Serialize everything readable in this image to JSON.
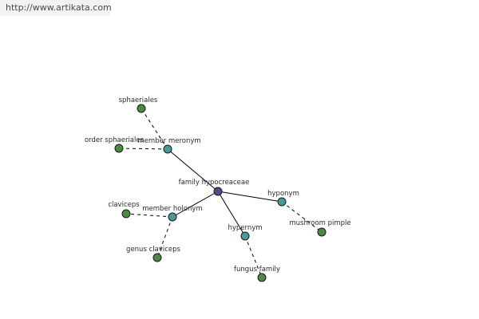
{
  "watermark": "http://www.artikata.com",
  "colors": {
    "center": "#4a4f8c",
    "relation": "#4a9a9a",
    "leaf": "#4c8a44",
    "edge": "#000000"
  },
  "graph": {
    "nodes": [
      {
        "id": "center",
        "label": "family hypocreaceae",
        "kind": "center"
      },
      {
        "id": "member-meronym",
        "label": "member meronym",
        "kind": "relation"
      },
      {
        "id": "hyponym",
        "label": "hyponym",
        "kind": "relation"
      },
      {
        "id": "member-holonym",
        "label": "member holonym",
        "kind": "relation"
      },
      {
        "id": "hypernym",
        "label": "hypernym",
        "kind": "relation"
      },
      {
        "id": "sphaeriales",
        "label": "sphaeriales",
        "kind": "leaf"
      },
      {
        "id": "order-sphaeriales",
        "label": "order sphaeriales",
        "kind": "leaf"
      },
      {
        "id": "mushroom-pimple",
        "label": "mushroom pimple",
        "kind": "leaf"
      },
      {
        "id": "claviceps",
        "label": "claviceps",
        "kind": "leaf"
      },
      {
        "id": "genus-claviceps",
        "label": "genus claviceps",
        "kind": "leaf"
      },
      {
        "id": "fungus-family",
        "label": "fungus family",
        "kind": "leaf"
      }
    ],
    "edges": [
      {
        "from": "center",
        "to": "member-meronym",
        "style": "solid"
      },
      {
        "from": "center",
        "to": "hyponym",
        "style": "solid"
      },
      {
        "from": "center",
        "to": "member-holonym",
        "style": "solid"
      },
      {
        "from": "center",
        "to": "hypernym",
        "style": "solid"
      },
      {
        "from": "member-meronym",
        "to": "sphaeriales",
        "style": "dashed"
      },
      {
        "from": "member-meronym",
        "to": "order-sphaeriales",
        "style": "dashed"
      },
      {
        "from": "hyponym",
        "to": "mushroom-pimple",
        "style": "dashed"
      },
      {
        "from": "member-holonym",
        "to": "claviceps",
        "style": "dashed"
      },
      {
        "from": "member-holonym",
        "to": "genus-claviceps",
        "style": "dashed"
      },
      {
        "from": "hypernym",
        "to": "fungus-family",
        "style": "dashed"
      }
    ]
  }
}
